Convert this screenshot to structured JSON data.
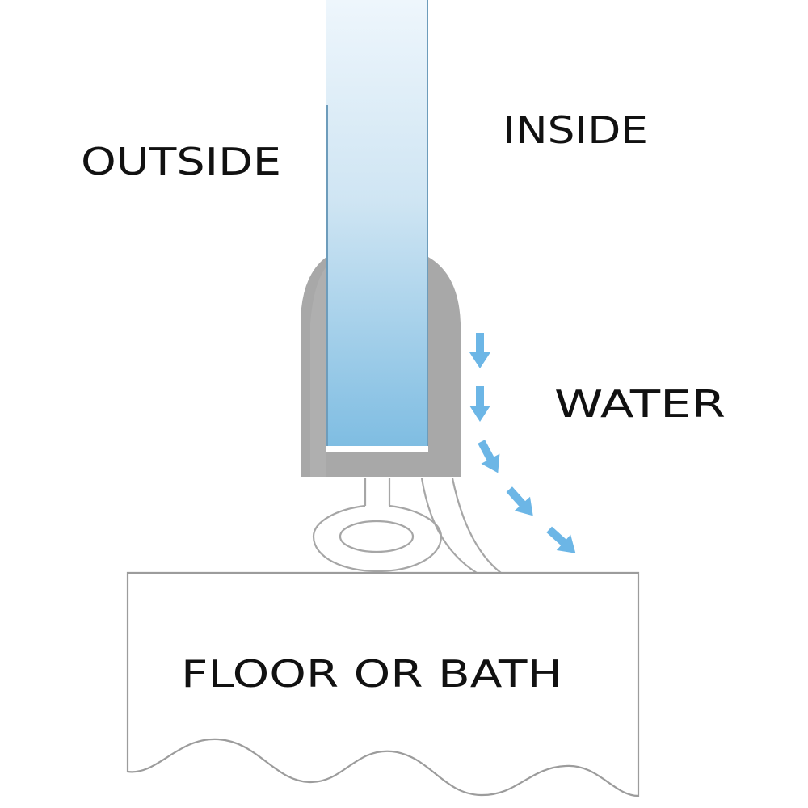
{
  "labels": {
    "outside": "OUTSIDE",
    "inside": "INSIDE",
    "water": "WATER",
    "floor": "FLOOR OR BATH"
  },
  "colors": {
    "glass_top": "#eaf4fb",
    "glass_bottom": "#84c0e2",
    "glass_edge": "#5a8fb0",
    "seal": "#a9a9a9",
    "seal_shadow": "#9a9a9a",
    "water_arrow": "#6cb6e6",
    "outline": "#a0a0a0",
    "text": "#111111"
  }
}
